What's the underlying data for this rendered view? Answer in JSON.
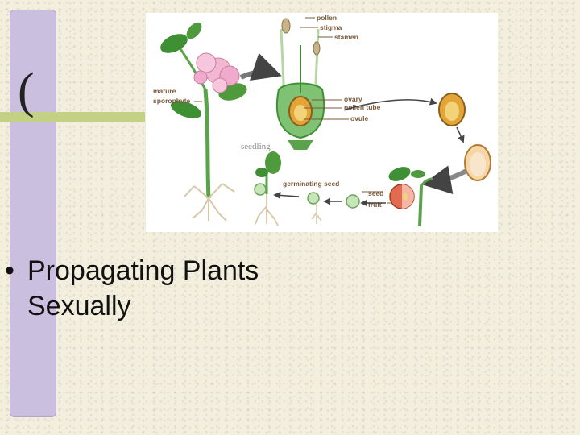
{
  "bullet": {
    "marker": "•",
    "line1": "Propagating Plants",
    "line2": "Sexually"
  },
  "decoration": {
    "paren": "("
  },
  "diagram": {
    "labels": {
      "pollen": "pollen",
      "stigma": "stigma",
      "stamen": "stamen",
      "mature": "mature",
      "sporophyte": "sporophyte",
      "ovary": "ovary",
      "pollen_tube": "pollen tube",
      "ovule": "ovule",
      "seedling": "seedling",
      "germinating_seed": "germinating seed",
      "seed": "seed",
      "fruit": "fruit"
    }
  },
  "colors": {
    "background": "#f3efdf",
    "purple_bar": "#cbbfe0",
    "green_bar": "#c3d184",
    "leaf_green": "#4f9a3c",
    "petal_pink": "#f2b8d2",
    "seed_orange": "#e3a537",
    "arrow_gray": "#6b6b6b"
  }
}
